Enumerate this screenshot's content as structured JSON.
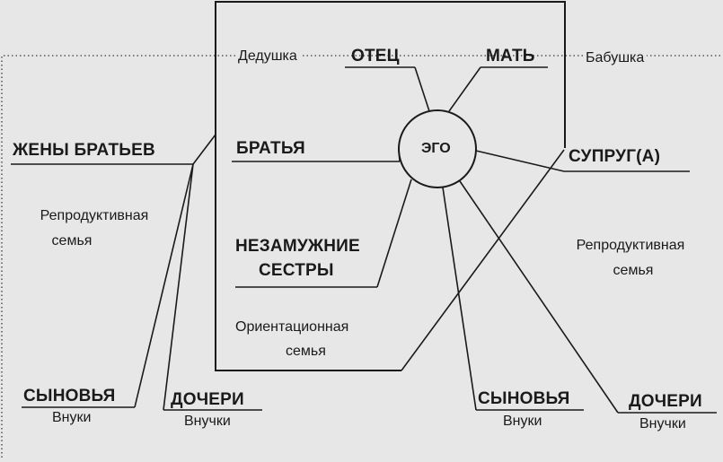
{
  "diagram": {
    "ego": "ЭГО",
    "father": "ОТЕЦ",
    "mother": "МАТЬ",
    "grandfather": "Дедушка",
    "grandmother": "Бабушка",
    "brothers": "БРАТЬЯ",
    "brothers_wives": "ЖЕНЫ БРАТЬЕВ",
    "spouse": "СУПРУГ(А)",
    "unmarried_sisters_line1": "НЕЗАМУЖНИЕ",
    "unmarried_sisters_line2": "СЕСТРЫ",
    "orientation_family_line1": "Ориентационная",
    "orientation_family_line2": "семья",
    "reproductive_family_left_line1": "Репродуктивная",
    "reproductive_family_left_line2": "семья",
    "reproductive_family_right_line1": "Репродуктивная",
    "reproductive_family_right_line2": "семья",
    "sons_left": "СЫНОВЬЯ",
    "grandsons_left": "Внуки",
    "daughters_left": "ДОЧЕРИ",
    "granddaughters_left": "Внучки",
    "sons_right": "СЫНОВЬЯ",
    "grandsons_right": "Внуки",
    "daughters_right": "ДОЧЕРИ",
    "granddaughters_right": "Внучки"
  }
}
